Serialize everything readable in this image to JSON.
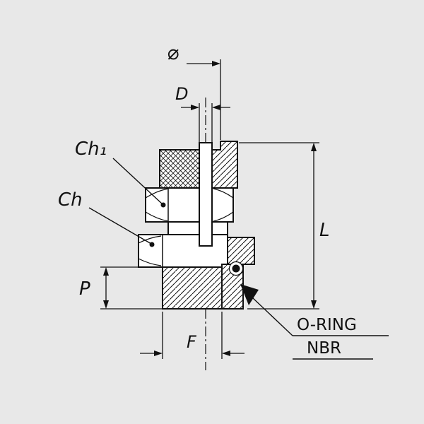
{
  "colors": {
    "background": "#e8e8e8",
    "line": "#111111"
  },
  "labels": {
    "diameter": "⌀",
    "d": "D",
    "ch1": "Ch₁",
    "ch": "Ch",
    "l": "L",
    "p": "P",
    "f": "F"
  },
  "callout": {
    "line1": "O-RING",
    "line2": "NBR"
  }
}
